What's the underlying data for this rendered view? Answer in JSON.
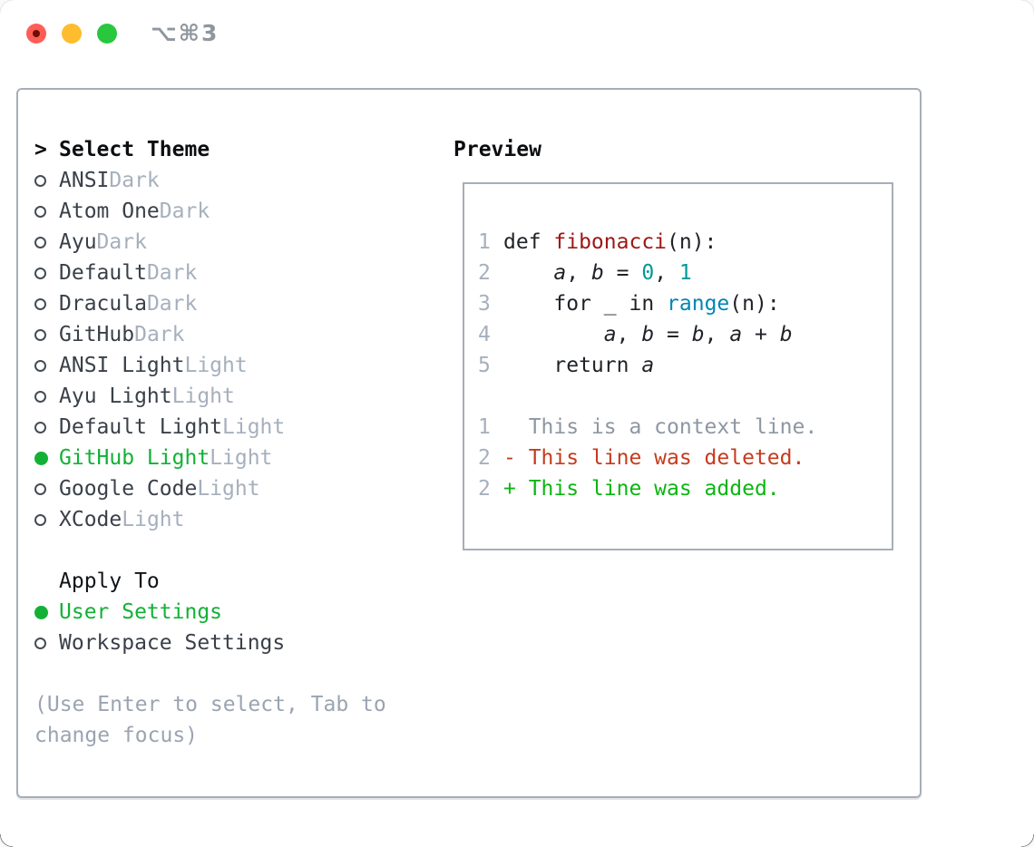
{
  "window": {
    "title": "⌥⌘3"
  },
  "traffic_lights": [
    {
      "name": "close-button",
      "color": "#ff5d55"
    },
    {
      "name": "minimize-button",
      "color": "#fdbd2e"
    },
    {
      "name": "zoom-button",
      "color": "#28c73e"
    }
  ],
  "theme_picker": {
    "prompt_marker": ">",
    "title": "Select Theme",
    "items": [
      {
        "name": "ANSI",
        "variant": "Dark",
        "selected": false
      },
      {
        "name": "Atom One",
        "variant": "Dark",
        "selected": false
      },
      {
        "name": "Ayu",
        "variant": "Dark",
        "selected": false
      },
      {
        "name": "Default",
        "variant": "Dark",
        "selected": false
      },
      {
        "name": "Dracula",
        "variant": "Dark",
        "selected": false
      },
      {
        "name": "GitHub",
        "variant": "Dark",
        "selected": false
      },
      {
        "name": "ANSI Light",
        "variant": "Light",
        "selected": false
      },
      {
        "name": "Ayu Light",
        "variant": "Light",
        "selected": false
      },
      {
        "name": "Default Light",
        "variant": "Light",
        "selected": false
      },
      {
        "name": "GitHub Light",
        "variant": "Light",
        "selected": true
      },
      {
        "name": "Google Code",
        "variant": "Light",
        "selected": false
      },
      {
        "name": "XCode",
        "variant": "Light",
        "selected": false
      }
    ]
  },
  "apply_to": {
    "title": "Apply To",
    "options": [
      {
        "label": "User Settings",
        "selected": true
      },
      {
        "label": "Workspace Settings",
        "selected": false
      }
    ]
  },
  "help_text_lines": [
    "(Use Enter to select, Tab to",
    "change focus)"
  ],
  "preview": {
    "title": "Preview",
    "lines": [
      {
        "num": "1",
        "segs": [
          {
            "t": "def ",
            "c": "kw"
          },
          {
            "t": "fibonacci",
            "c": "fn"
          },
          {
            "t": "(n):",
            "c": "pl"
          }
        ]
      },
      {
        "num": "2",
        "segs": [
          {
            "t": "    ",
            "c": "pl"
          },
          {
            "t": "a",
            "c": "var"
          },
          {
            "t": ", ",
            "c": "pl"
          },
          {
            "t": "b",
            "c": "var"
          },
          {
            "t": " = ",
            "c": "pl"
          },
          {
            "t": "0",
            "c": "num"
          },
          {
            "t": ", ",
            "c": "pl"
          },
          {
            "t": "1",
            "c": "num"
          }
        ]
      },
      {
        "num": "3",
        "segs": [
          {
            "t": "    ",
            "c": "pl"
          },
          {
            "t": "for",
            "c": "kw"
          },
          {
            "t": " _ ",
            "c": "pl"
          },
          {
            "t": "in",
            "c": "kw"
          },
          {
            "t": " ",
            "c": "pl"
          },
          {
            "t": "range",
            "c": "bi"
          },
          {
            "t": "(n):",
            "c": "pl"
          }
        ]
      },
      {
        "num": "4",
        "segs": [
          {
            "t": "        ",
            "c": "pl"
          },
          {
            "t": "a",
            "c": "var"
          },
          {
            "t": ", ",
            "c": "pl"
          },
          {
            "t": "b",
            "c": "var"
          },
          {
            "t": " = ",
            "c": "pl"
          },
          {
            "t": "b",
            "c": "var"
          },
          {
            "t": ", ",
            "c": "pl"
          },
          {
            "t": "a",
            "c": "var"
          },
          {
            "t": " + ",
            "c": "pl"
          },
          {
            "t": "b",
            "c": "var"
          }
        ]
      },
      {
        "num": "5",
        "segs": [
          {
            "t": "    ",
            "c": "pl"
          },
          {
            "t": "return",
            "c": "kw"
          },
          {
            "t": " ",
            "c": "pl"
          },
          {
            "t": "a",
            "c": "var"
          }
        ]
      },
      {
        "num": "",
        "segs": []
      },
      {
        "num": "1",
        "segs": [
          {
            "t": "  This is a context line.",
            "c": "ctx"
          }
        ]
      },
      {
        "num": "2",
        "segs": [
          {
            "t": "- This line was deleted.",
            "c": "del"
          }
        ]
      },
      {
        "num": "2",
        "segs": [
          {
            "t": "+ This line was added.",
            "c": "add"
          }
        ]
      }
    ]
  },
  "colors": {
    "accent_green": "#12b135",
    "added_green": "#0cb512",
    "deleted_red": "#c53b1d",
    "function_red": "#9e1616",
    "number_teal": "#009999",
    "builtin_blue": "#0086b3",
    "muted_gray": "#a6b0bd",
    "panel_border": "#a7aeb8"
  }
}
